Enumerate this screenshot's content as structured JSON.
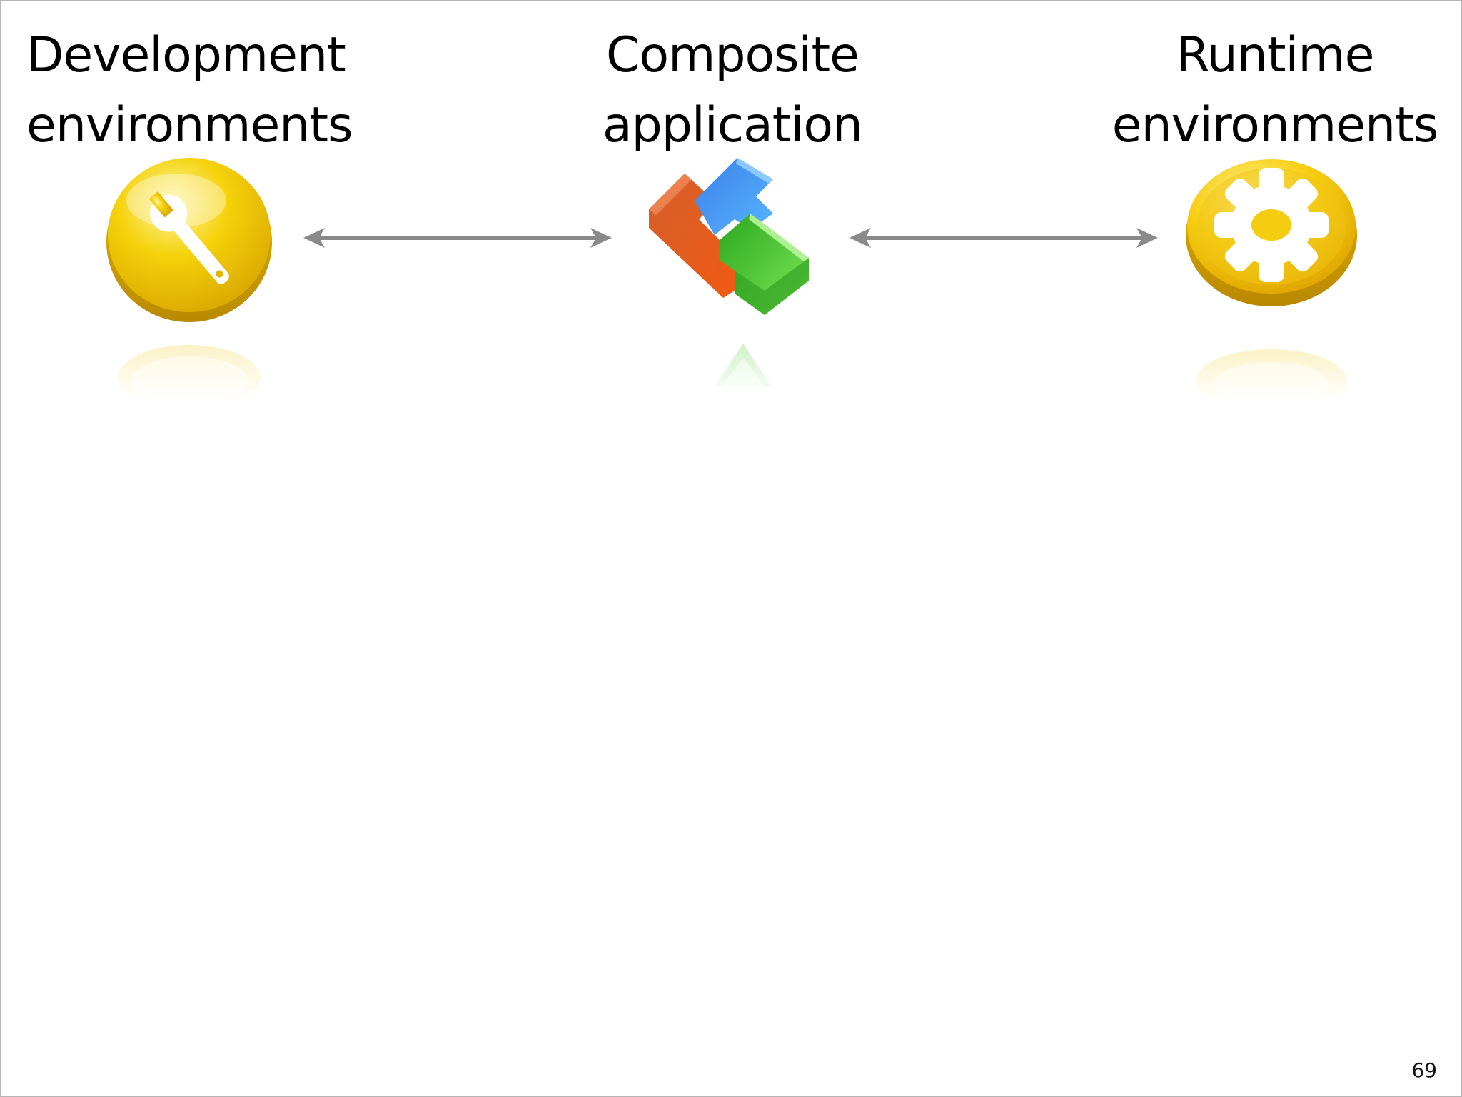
{
  "nodes": [
    {
      "id": "development",
      "line1": "Development",
      "line2": "environments",
      "icon": "wrench-icon"
    },
    {
      "id": "composite",
      "line1": "Composite",
      "line2": "application",
      "icon": "puzzle-blocks-icon"
    },
    {
      "id": "runtime",
      "line1": "Runtime",
      "line2": "environments",
      "icon": "gear-icon"
    }
  ],
  "edges": [
    {
      "from": "development",
      "to": "composite",
      "direction": "bidirectional"
    },
    {
      "from": "composite",
      "to": "runtime",
      "direction": "bidirectional"
    }
  ],
  "colors": {
    "arrow": "#8a8a8a",
    "coin_yellow": "#f2c200",
    "block_orange": "#e8501a",
    "block_blue": "#2f8ff0",
    "block_green": "#38c42a"
  },
  "page_number": "69"
}
